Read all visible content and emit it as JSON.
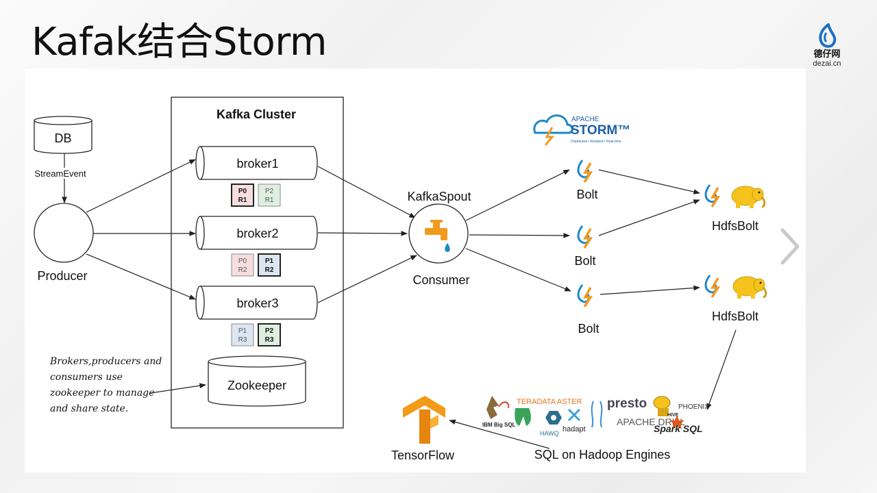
{
  "slide": {
    "title": "Kafak结合Storm",
    "brand": {
      "cn": "德仔网",
      "en": "dezai.cn"
    }
  },
  "diagram": {
    "db_label": "DB",
    "stream_event": "StreamEvent",
    "producer": "Producer",
    "cluster_title": "Kafka Cluster",
    "brokers": [
      {
        "name": "broker1",
        "partitions": [
          {
            "p": "P0",
            "r": "R1",
            "leader": true,
            "color": "#f6dede"
          },
          {
            "p": "P2",
            "r": "R1",
            "leader": false,
            "color": "#dfefdf"
          }
        ]
      },
      {
        "name": "broker2",
        "partitions": [
          {
            "p": "P0",
            "r": "R2",
            "leader": false,
            "color": "#f6dede"
          },
          {
            "p": "P1",
            "r": "R2",
            "leader": true,
            "color": "#dce6f2"
          }
        ]
      },
      {
        "name": "broker3",
        "partitions": [
          {
            "p": "P1",
            "r": "R3",
            "leader": false,
            "color": "#dce6f2"
          },
          {
            "p": "P2",
            "r": "R3",
            "leader": true,
            "color": "#dfefdf"
          }
        ]
      }
    ],
    "zookeeper": "Zookeeper",
    "note_lines": [
      "Brokers,producers and",
      "consumers use",
      "zookeeper to manage",
      "and share state."
    ],
    "spout_label": "KafkaSpout",
    "consumer_label": "Consumer",
    "storm_logo": {
      "apache": "APACHE",
      "storm": "STORM™",
      "tagline": "Distributed • Resilient • Real-time"
    },
    "bolts": [
      "Bolt",
      "Bolt",
      "Bolt"
    ],
    "hdfs_bolts": [
      "HdfsBolt",
      "HdfsBolt"
    ],
    "engine_logos": [
      "IBM Big SQL",
      "TERADATA ASTER",
      "HAWQ",
      "hadapt",
      "presto",
      "APACHE DRILL",
      "HIVE",
      "PHOENIX",
      "Spark SQL"
    ],
    "sql_engines_label": "SQL on Hadoop Engines",
    "tensorflow_label": "TensorFlow",
    "colors": {
      "storm_blue": "#1e88c8",
      "bolt_orange": "#f29a1e",
      "hadoop_yellow": "#f6c31c",
      "tf_orange": "#f39a18",
      "line": "#222222"
    }
  }
}
